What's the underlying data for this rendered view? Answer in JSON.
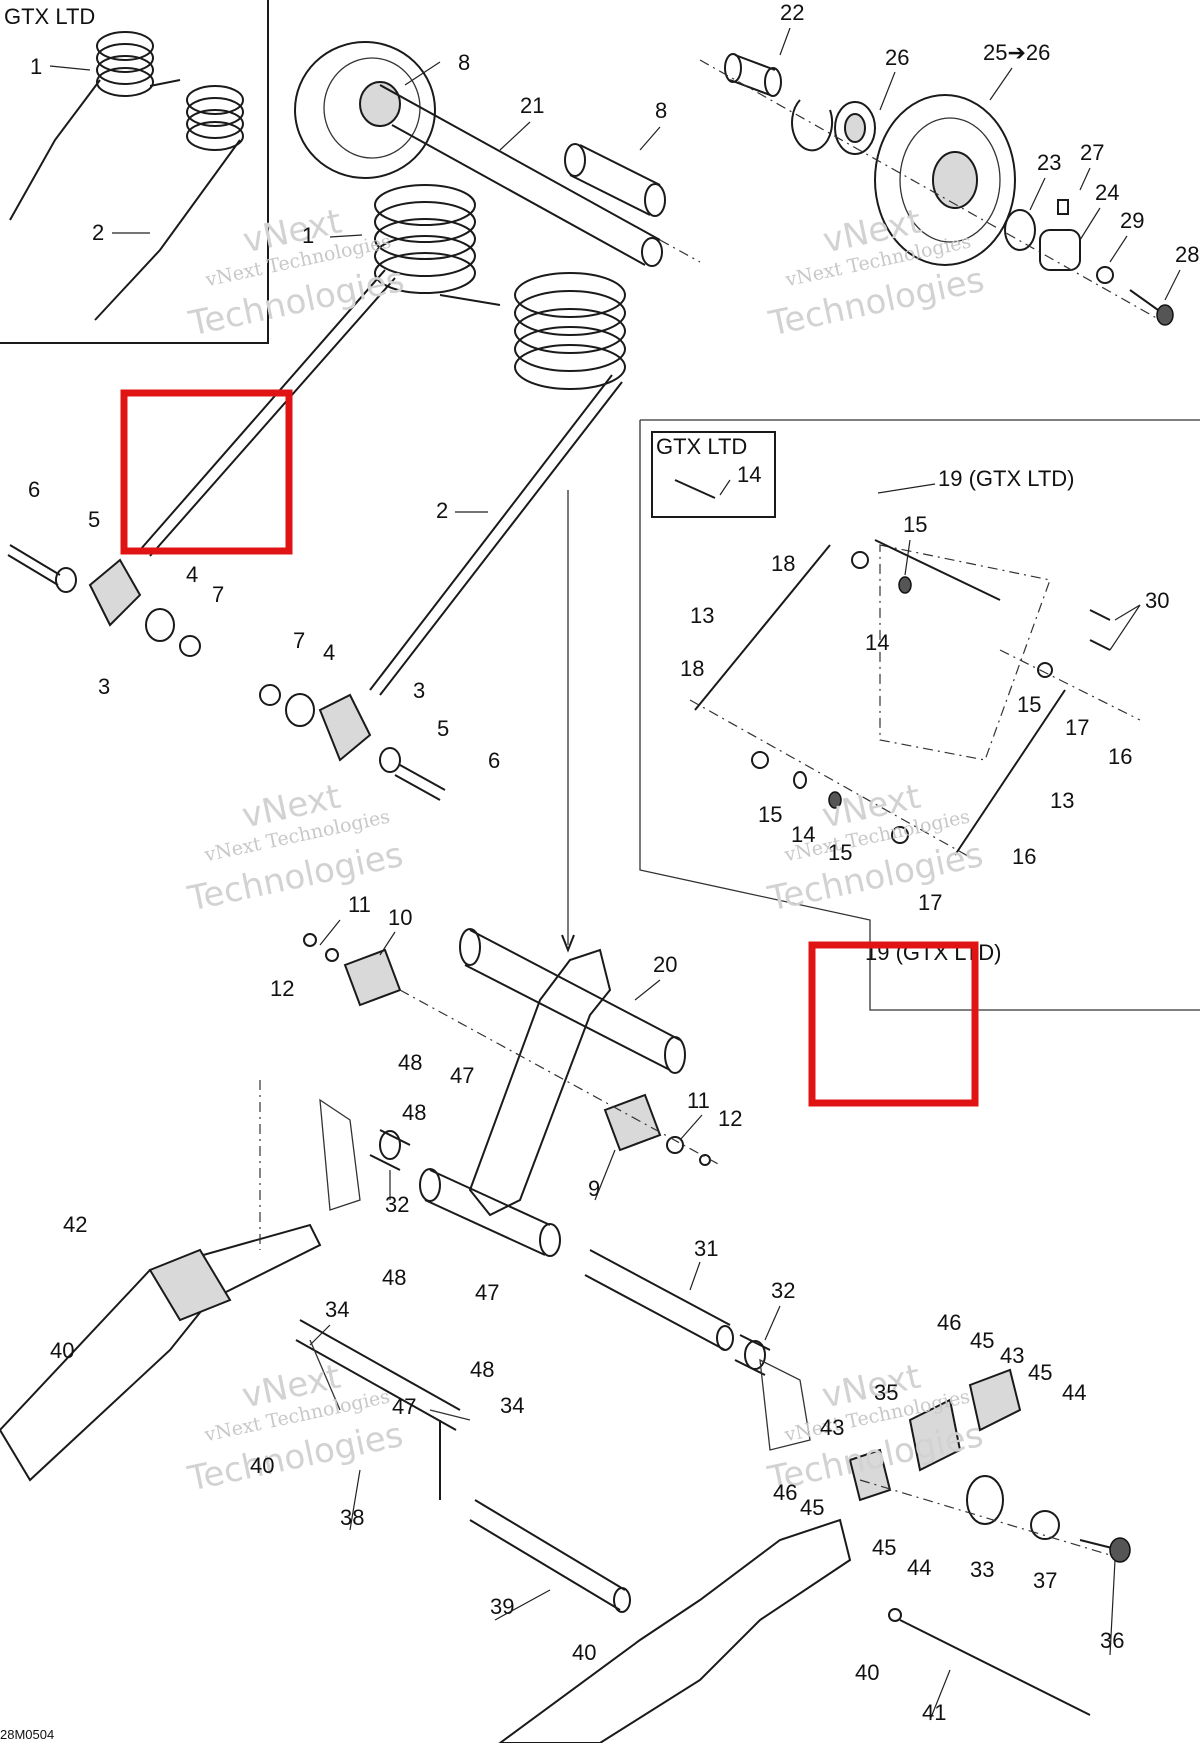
{
  "diagram": {
    "insets": {
      "top_left": "GTX LTD",
      "right_panel": "GTX LTD",
      "right_panel_callout": "19 (GTX LTD)",
      "bottom_callout": "19 (GTX LTD)"
    },
    "watermark": {
      "line1": "vNext Technologies",
      "line2": "Technologies",
      "line0": "vNext"
    },
    "figure_code": "28M0504",
    "labels": {
      "l1a": "1",
      "l2a": "2",
      "l8a": "8",
      "l21": "21",
      "l8b": "8",
      "l22": "22",
      "l26": "26",
      "l25_26": "25➔26",
      "l23": "23",
      "l27": "27",
      "l24": "24",
      "l29": "29",
      "l28": "28",
      "l1b": "1",
      "l2b": "2",
      "l6a": "6",
      "l5a": "5",
      "l4a": "4",
      "l7a": "7",
      "l3a": "3",
      "l7b": "7",
      "l4b": "4",
      "l3b": "3",
      "l5b": "5",
      "l6b": "6",
      "l14a": "14",
      "l18a": "18",
      "l15a": "15",
      "l13a": "13",
      "l14b": "14",
      "l30": "30",
      "l18b": "18",
      "l15b": "15",
      "l17a": "17",
      "l16a": "16",
      "l13b": "13",
      "l15c": "15",
      "l14c": "14",
      "l15d": "15",
      "l16b": "16",
      "l17b": "17",
      "l11a": "11",
      "l10": "10",
      "l12a": "12",
      "l20": "20",
      "l48a": "48",
      "l47a": "47",
      "l48b": "48",
      "l11b": "11",
      "l12b": "12",
      "l9": "9",
      "l32a": "32",
      "l42": "42",
      "l40a": "40",
      "l48c": "48",
      "l47b": "47",
      "l31": "31",
      "l32b": "32",
      "l34a": "34",
      "l48d": "48",
      "l47c": "47",
      "l34b": "34",
      "l40b": "40",
      "l38": "38",
      "l46a": "46",
      "l45a": "45",
      "l43a": "43",
      "l45b": "45",
      "l44a": "44",
      "l35": "35",
      "l43b": "43",
      "l46b": "46",
      "l45c": "45",
      "l45d": "45",
      "l44b": "44",
      "l33": "33",
      "l37": "37",
      "l36": "36",
      "l39": "39",
      "l40c": "40",
      "l40d": "40",
      "l41": "41"
    },
    "highlight_color": "#e01414"
  }
}
